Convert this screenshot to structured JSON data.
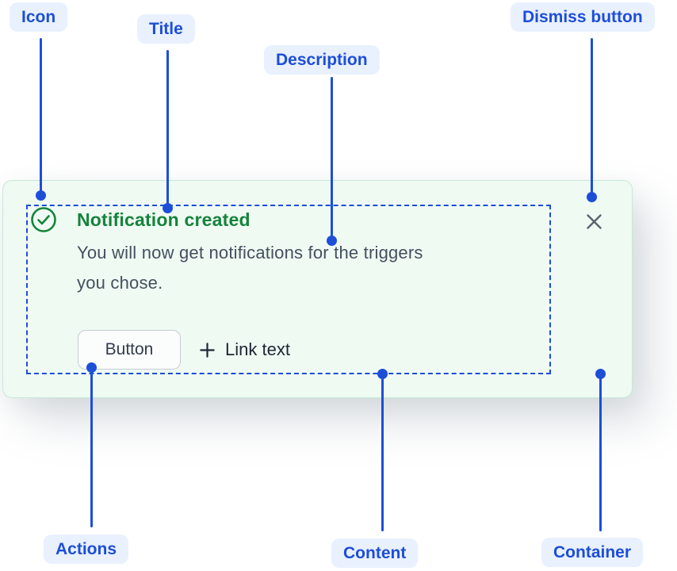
{
  "annotations": {
    "icon": "Icon",
    "title": "Title",
    "description": "Description",
    "dismiss_button": "Dismiss button",
    "actions": "Actions",
    "content": "Content",
    "container": "Container"
  },
  "notification": {
    "title": "Notification created",
    "description": "You will now get notifications for the triggers you chose.",
    "description_lines": [
      "You will now get notifications for the triggers",
      "you chose."
    ],
    "button_label": "Button",
    "link_label": "Link text",
    "icons": {
      "status": "success-check-circle-icon",
      "link_prefix": "plus-icon",
      "dismiss": "close-icon"
    }
  },
  "colors": {
    "annotation_blue": "#1D4ED8",
    "annotation_pill_bg": "#E9F1FE",
    "card_bg": "#EFFAF3",
    "card_border": "#C7E9D3",
    "success_green": "#15833B",
    "description_text": "#44505E",
    "dismiss_gray": "#5A6270"
  }
}
